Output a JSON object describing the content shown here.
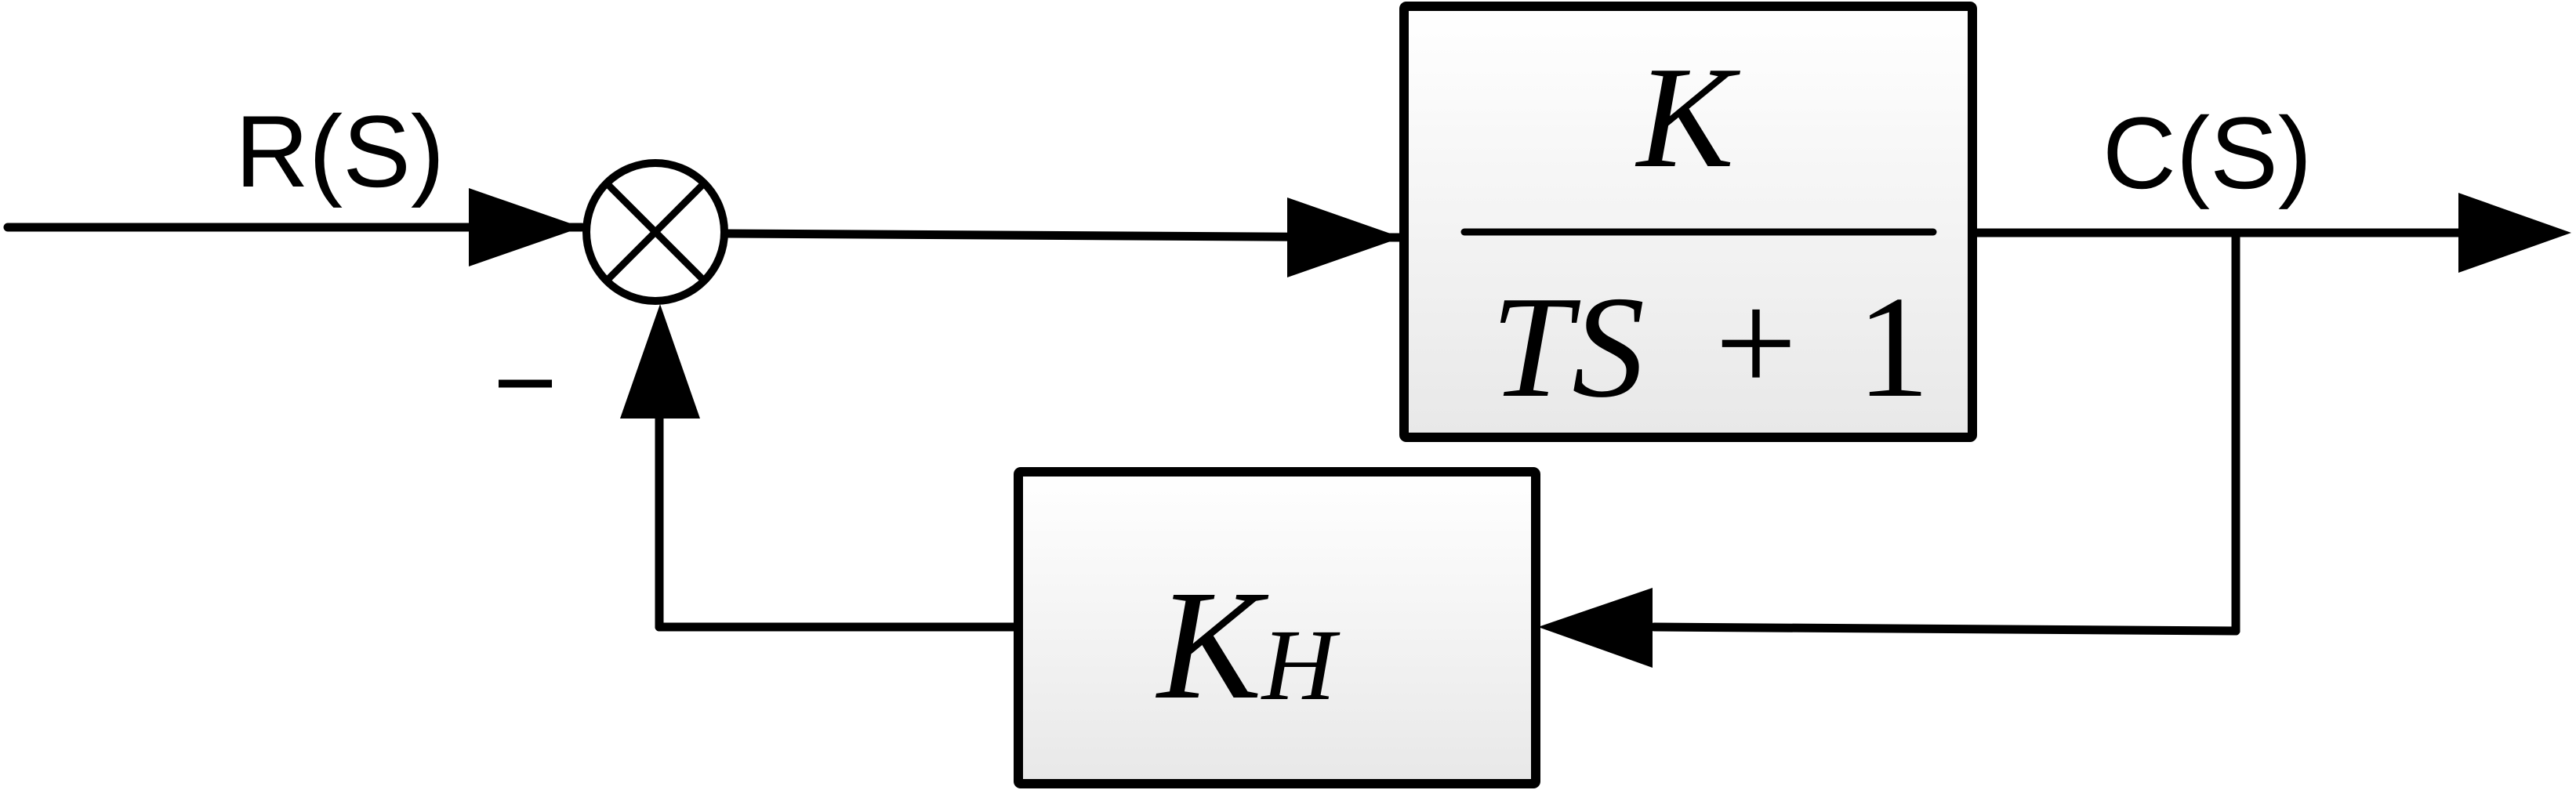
{
  "signals": {
    "input": "R(S)",
    "output": "C(S)",
    "feedback_sign": "−"
  },
  "forward_block": {
    "numerator": "K",
    "denominator_var": "TS",
    "denominator_plus": "+",
    "denominator_const": "1"
  },
  "feedback_block": {
    "gain": "K",
    "gain_subscript": "H"
  },
  "colors": {
    "line": "#000000",
    "block_fill_top": "#ffffff",
    "block_fill_bottom": "#e9e9e9"
  }
}
